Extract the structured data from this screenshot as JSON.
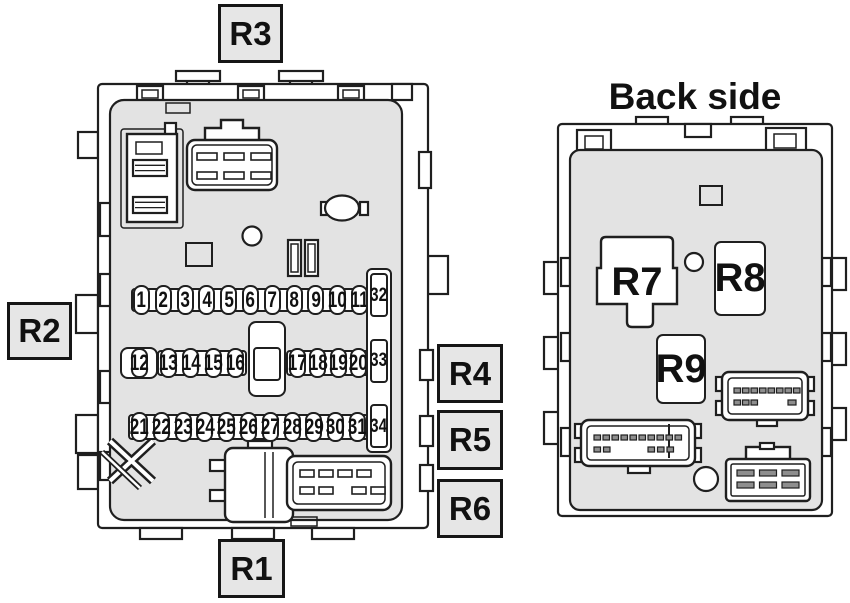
{
  "title": "Back side",
  "relays": {
    "r1": "R1",
    "r2": "R2",
    "r3": "R3",
    "r4": "R4",
    "r5": "R5",
    "r6": "R6",
    "r7": "R7",
    "r8": "R8",
    "r9": "R9"
  },
  "fuse_rows": {
    "row1": [
      "1",
      "2",
      "3",
      "4",
      "5",
      "6",
      "7",
      "8",
      "9",
      "10",
      "11"
    ],
    "row2_left": [
      "12"
    ],
    "row2_mid": [
      "13",
      "14",
      "15",
      "16"
    ],
    "row2_right": [
      "17",
      "18",
      "19",
      "20"
    ],
    "row3": [
      "21",
      "22",
      "23",
      "24",
      "25",
      "26",
      "27",
      "28",
      "29",
      "30",
      "31"
    ],
    "vertical": [
      "32",
      "33",
      "34"
    ]
  },
  "colors": {
    "background": "#ffffff",
    "panel_fill": "#e3e3e3",
    "label_box_fill": "#e6e6e6",
    "line": "#1f1f1f",
    "slot_fill": "#8e8e8e"
  }
}
